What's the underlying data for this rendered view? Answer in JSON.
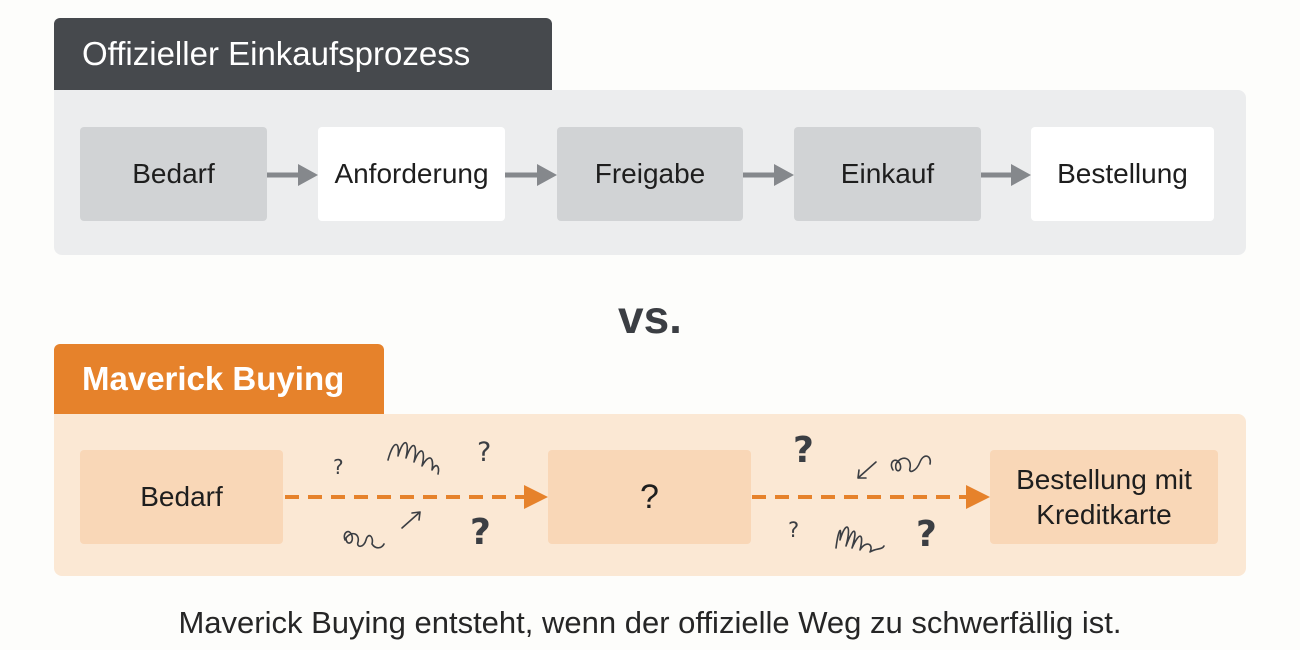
{
  "official": {
    "title": "Offizieller Einkaufsprozess",
    "steps": [
      "Bedarf",
      "Anforderung",
      "Freigabe",
      "Einkauf",
      "Bestellung"
    ]
  },
  "vs_label": "vs.",
  "maverick": {
    "title": "Maverick Buying",
    "steps": [
      "Bedarf",
      "?",
      "Bestellung mit Kreditkarte"
    ]
  },
  "caption": "Maverick Buying entsteht, wenn der offizielle Weg zu schwerfällig ist.",
  "colors": {
    "official_header": "#46494d",
    "maverick_header": "#e6822b",
    "arrow_grey": "#85888c",
    "arrow_orange": "#e6822b"
  }
}
